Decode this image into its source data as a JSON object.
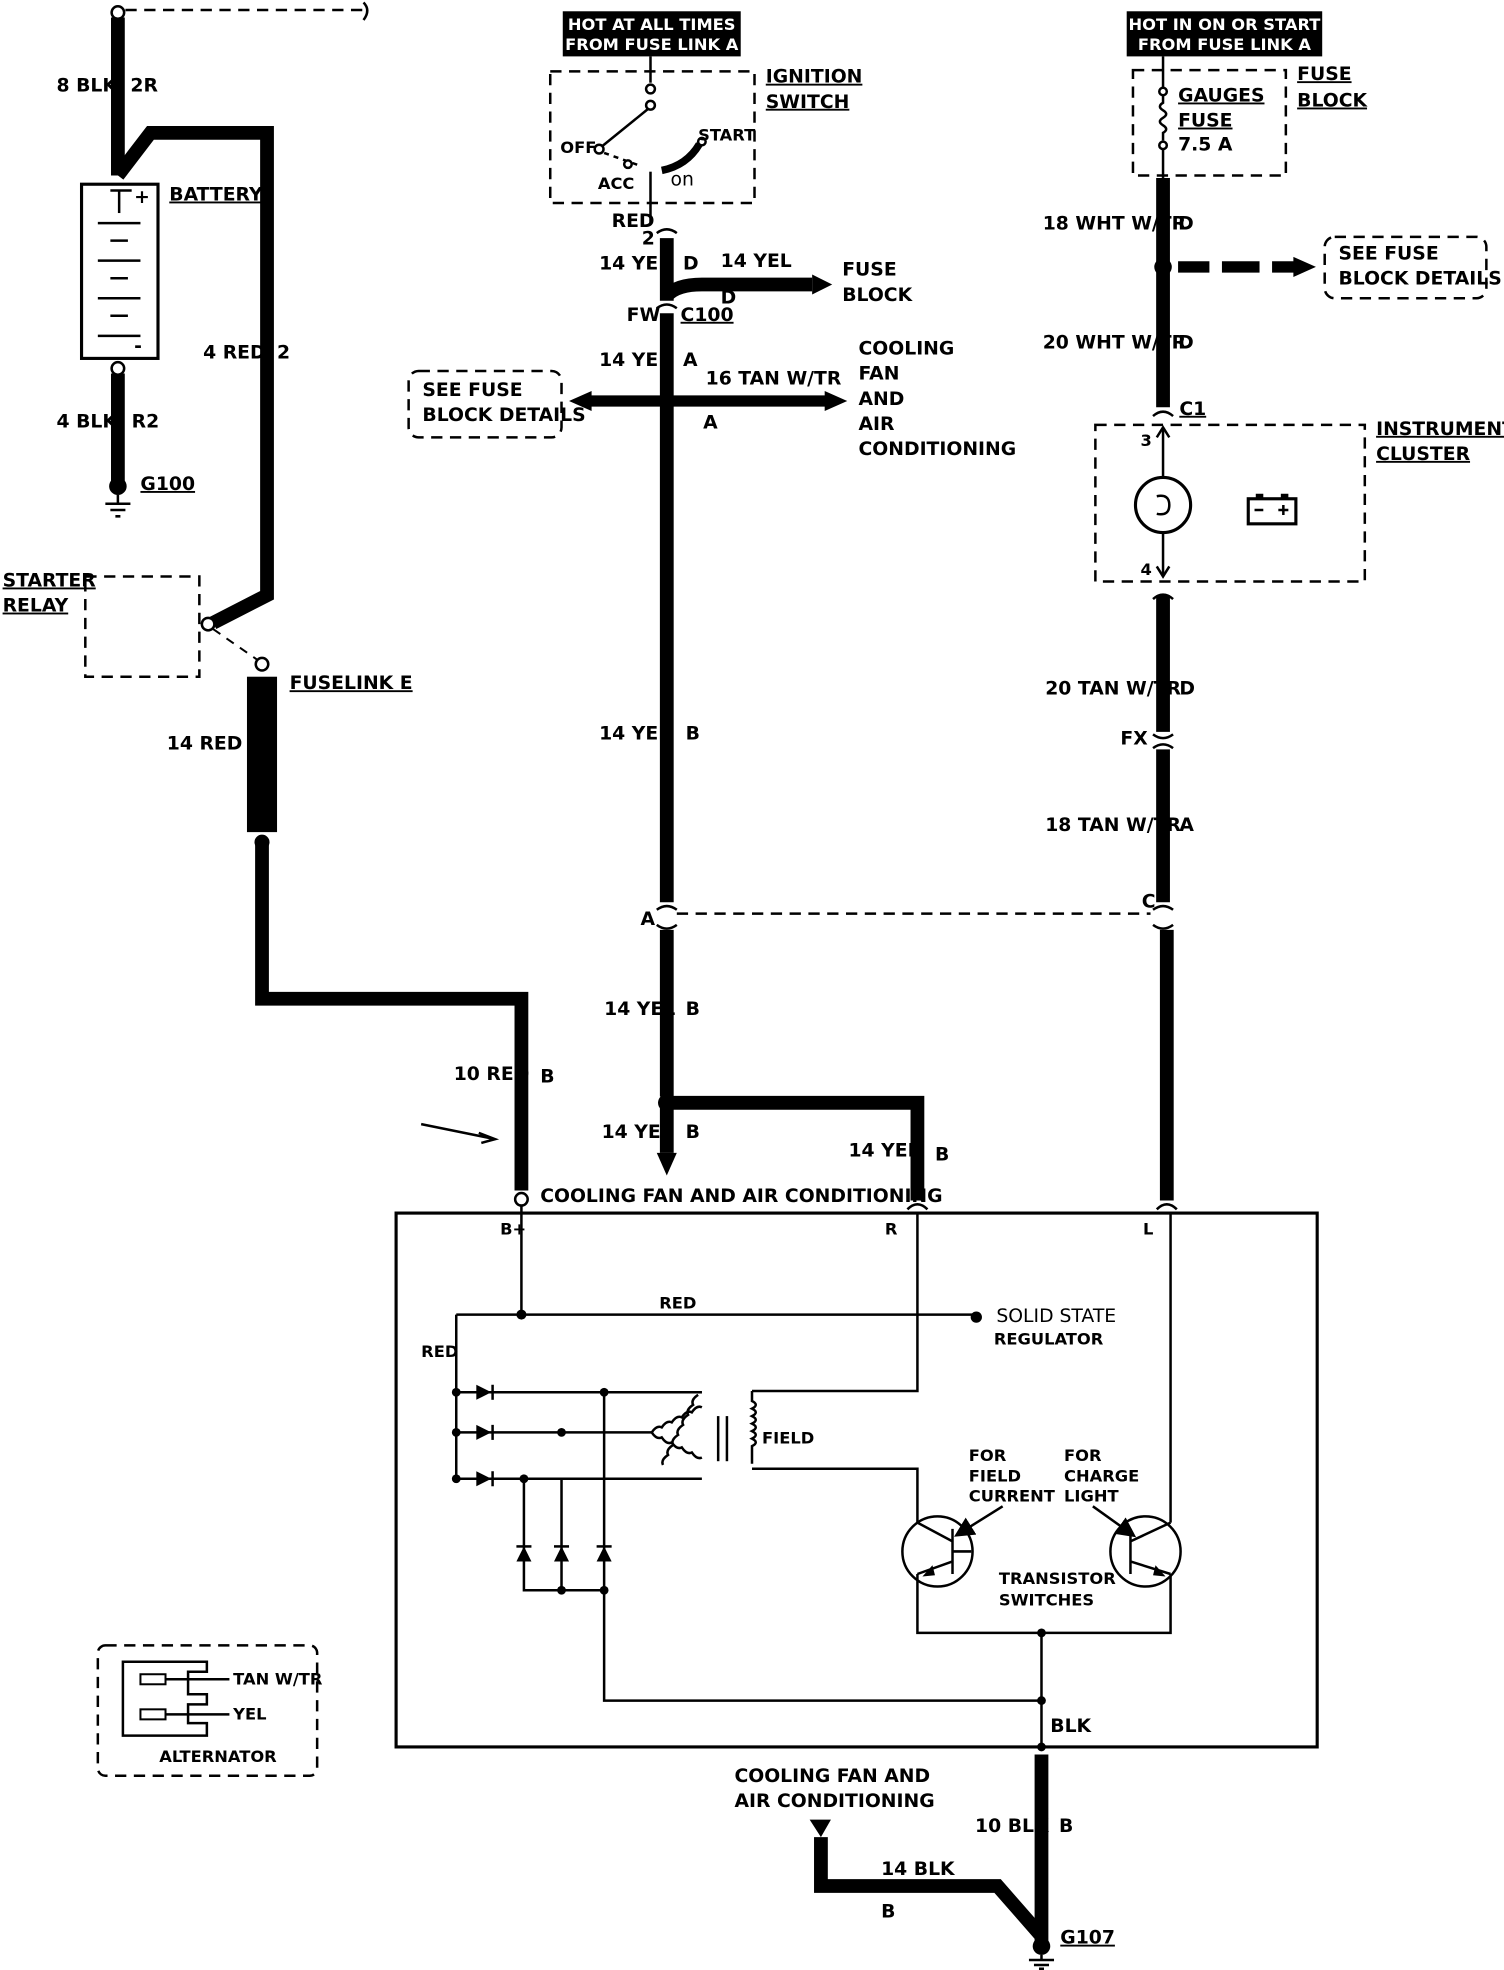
{
  "top_boxes": {
    "hot_at_all_times": [
      "HOT AT ALL TIMES",
      "FROM FUSE LINK A"
    ],
    "hot_in_on_or_start": [
      "HOT IN ON OR START",
      "FROM FUSE LINK A"
    ]
  },
  "ignition_switch": {
    "title": [
      "IGNITION",
      "SWITCH"
    ],
    "positions": {
      "off": "OFF",
      "acc": "ACC",
      "start": "START",
      "on": "on"
    }
  },
  "fuse_block": {
    "title": [
      "FUSE",
      "BLOCK"
    ],
    "fuse_name": [
      "GAUGES",
      "FUSE"
    ],
    "fuse_rating": "7.5 A"
  },
  "battery": {
    "title": "BATTERY",
    "plus": "+",
    "minus": "-"
  },
  "starter_relay": {
    "title": [
      "STARTER",
      "RELAY"
    ]
  },
  "fuselink": {
    "title": "FUSELINK E"
  },
  "wire_labels": {
    "blk8": "8 BLK",
    "c2r": "2R",
    "red4": "4 RED",
    "c2": "2",
    "blk4": "4 BLK",
    "cr2": "R2",
    "g100": "G100",
    "red14": "14 RED",
    "red10": "10 RED",
    "red10_c": "B",
    "ign_red": "RED",
    "ign_2": "2",
    "yel14_1": "14 YEL",
    "yel14_1_c": "D",
    "yel14_fuse": "14 YEL",
    "yel14_fuse_c": "D",
    "fuse_block_arrow": [
      "FUSE",
      "BLOCK"
    ],
    "fw": "FW",
    "c100": "C100",
    "yel14_2": "14 YEL",
    "yel14_2_c": "A",
    "tan16": "16 TAN W/TR",
    "tan16_c": "A",
    "cooling_arrow": [
      "COOLING",
      "FAN",
      "AND",
      "AIR",
      "CONDITIONING"
    ],
    "see_fuse_left": [
      "SEE FUSE",
      "BLOCK DETAILS"
    ],
    "yel14_3": "14 YEL",
    "yel14_3_c": "B",
    "conn_a": "A",
    "yel14_4": "14 YEL",
    "yel14_4_c": "B",
    "yel14_5": "14 YEL",
    "yel14_5_c": "B",
    "yel14_6": "14 YEL",
    "yel14_6_c": "B",
    "wht18": "18 WHT W/TR",
    "wht18_c": "D",
    "see_fuse_right": [
      "SEE FUSE",
      "BLOCK DETAILS"
    ],
    "wht20": "20 WHT W/TR",
    "wht20_c": "D",
    "c1": "C1",
    "tan20": "20 TAN W/TR",
    "tan20_c": "D",
    "fx": "FX",
    "tan18": "18 TAN W/TR",
    "tan18_c": "A",
    "conn_c": "C"
  },
  "instrument_cluster": {
    "title": [
      "INSTRUMENT",
      "CLUSTER"
    ],
    "pin_top": "3",
    "pin_bottom": "4"
  },
  "alternator": {
    "header": "COOLING FAN AND AIR CONDITIONING",
    "terminals": {
      "b_plus": "B+",
      "r": "R",
      "l": "L"
    },
    "red_top": "RED",
    "red_left": "RED",
    "regulator": [
      "SOLID STATE",
      "REGULATOR"
    ],
    "field": "FIELD",
    "for_field": [
      "FOR",
      "FIELD",
      "CURRENT"
    ],
    "for_charge": [
      "FOR",
      "CHARGE",
      "LIGHT"
    ],
    "transistors": [
      "TRANSISTOR",
      "SWITCHES"
    ],
    "blk": "BLK"
  },
  "ground": {
    "cooling_fan": [
      "COOLING FAN AND",
      "AIR CONDITIONING"
    ],
    "blk10": "10 BLK",
    "blk10_c": "B",
    "blk14": "14 BLK",
    "blk14_c": "B",
    "g107": "G107"
  },
  "connector_legend": {
    "tan": "TAN W/TR",
    "yel": "YEL",
    "title": "ALTERNATOR"
  }
}
